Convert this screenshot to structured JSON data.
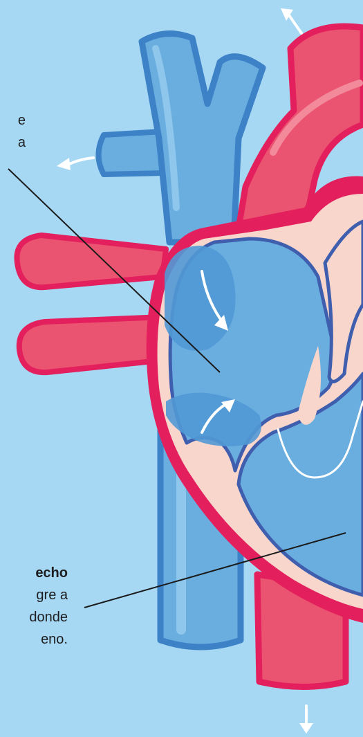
{
  "labels": {
    "top_lines": [
      "e",
      "a"
    ],
    "bottom_title": "echo",
    "bottom_lines": [
      "gre a",
      "donde",
      "eno."
    ]
  },
  "colors": {
    "background": "#a6d8f4",
    "vein_blue": "#5fa8dd",
    "vein_outline": "#3d82c6",
    "artery_red": "#eb5470",
    "artery_outline": "#e3205d",
    "wall_pink": "#f8d6cc",
    "inner_line": "#3f5fae",
    "chamber_blue": "#6aaee0",
    "arrow": "#ffffff",
    "pointer_line": "#1a1a1a"
  }
}
